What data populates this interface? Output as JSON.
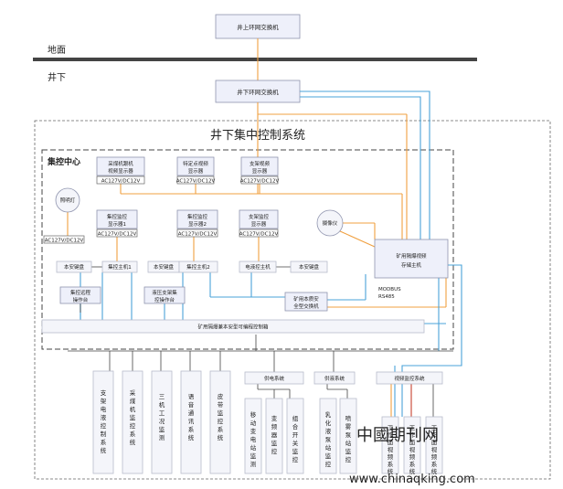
{
  "header": {
    "ground_label": "地面",
    "underground_label": "井下"
  },
  "switches": {
    "top": "井上环网交换机",
    "bottom": "井下环网交换机"
  },
  "system_title": "井下集中控制系统",
  "center_title": "集控中心",
  "nodes": {
    "shearer_display": [
      "采煤机跟机",
      "视频显示器"
    ],
    "point_display": [
      "特定点视频",
      "显示器"
    ],
    "support_video_display": [
      "支架视频",
      "显示器"
    ],
    "control_display1": [
      "集控监控",
      "显示器1"
    ],
    "control_display2": [
      "集控监控",
      "显示器2"
    ],
    "support_monitor_display": [
      "支架监控",
      "显示器"
    ],
    "lamp": "照明灯",
    "camera": "摄像仪",
    "storage_host": [
      "矿用隔爆视频",
      "存储主机"
    ],
    "safe_switch": [
      "矿用本质安",
      "全型交换机"
    ],
    "remote_console": [
      "集控远程",
      "操作台"
    ],
    "hydraulic_console": [
      "液压支架集",
      "控操作台"
    ],
    "plc": "矿用隔爆兼本安型可编程控制箱",
    "host1": "集控主机1",
    "host2": "集控主机2",
    "ems_host": "电液控主机",
    "keyboard": "本安键盘"
  },
  "power_label": "AC127V/DC12V",
  "protocols": [
    "MODBUS",
    "RS485"
  ],
  "subsystems": {
    "items": [
      "支架电液控制系统",
      "采煤机监控系统",
      "三机工况监测",
      "语音通讯系统",
      "皮带监控系统"
    ],
    "power": {
      "title": "供电系统",
      "items": [
        "移动变电站监测",
        "变频器监控",
        "组合开关监控"
      ]
    },
    "spray": {
      "title": "供液系统",
      "items": [
        "乳化液泵站监控",
        "喷雾泵站监控"
      ]
    },
    "video": {
      "title": "视频监控系统",
      "items": [
        "工作面视频系统",
        "工作面视频系统",
        "工作面视频系统"
      ]
    }
  },
  "watermark": {
    "text": "中國期刊网",
    "url": "www.chinaqking.com"
  },
  "colors": {
    "orange": "#f0a040",
    "blue": "#4aa3d8",
    "red": "#c7402f",
    "node_fill": "#eef0fa"
  }
}
